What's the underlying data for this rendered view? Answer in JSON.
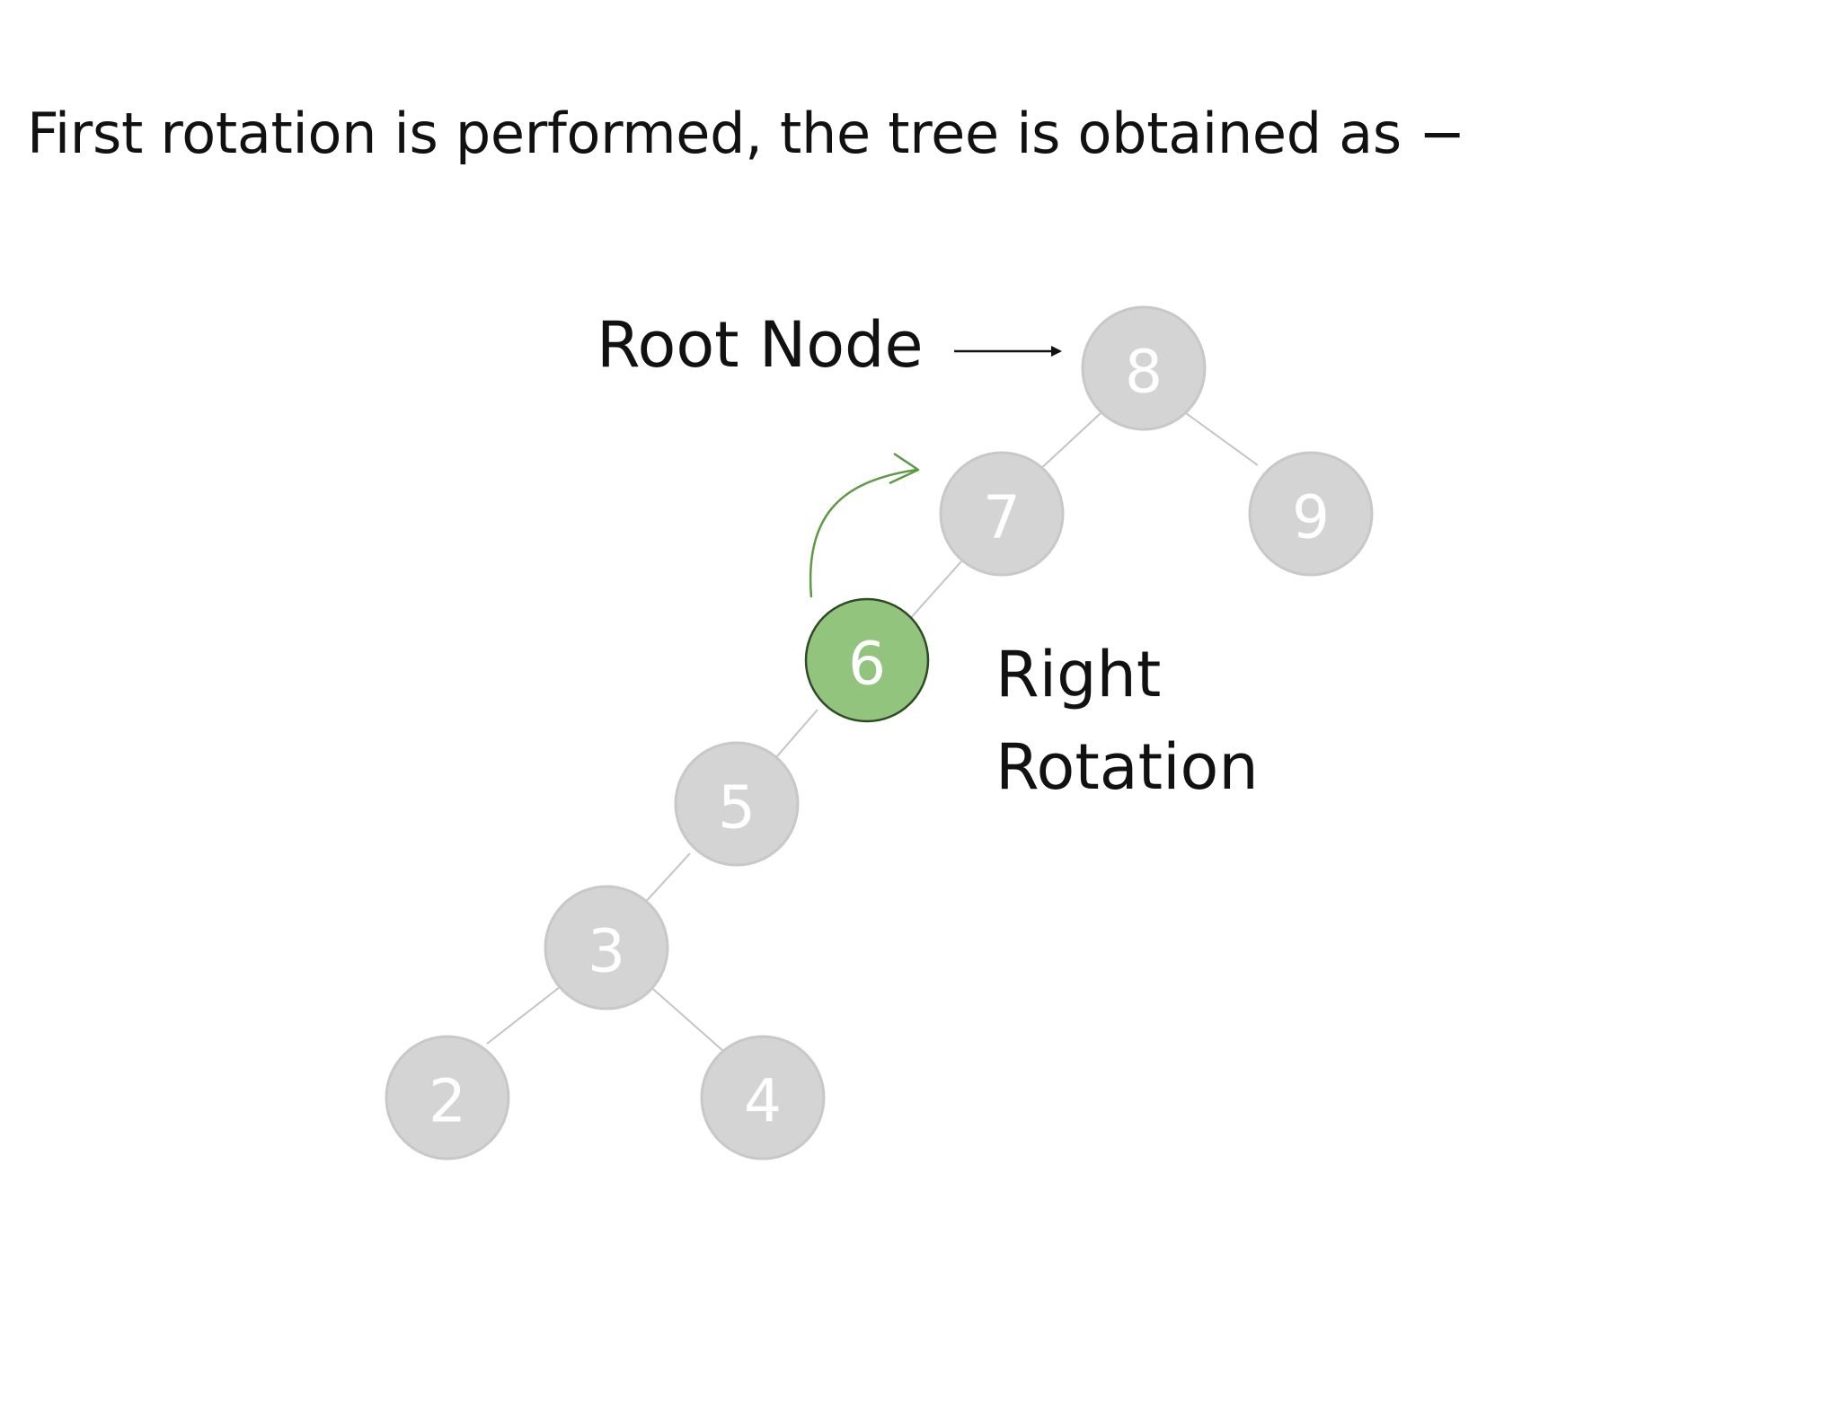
{
  "caption": "First rotation is performed, the tree is obtained as −",
  "diagram": {
    "root_label": "Root Node",
    "rotation_label_line1": "Right",
    "rotation_label_line2": "Rotation",
    "highlight_color": "#93c47d",
    "node_color": "#d4d4d4",
    "arrow_color": "#5e9a45",
    "nodes": [
      {
        "id": "8",
        "label": "8"
      },
      {
        "id": "7",
        "label": "7"
      },
      {
        "id": "9",
        "label": "9"
      },
      {
        "id": "6",
        "label": "6",
        "highlighted": true
      },
      {
        "id": "5",
        "label": "5"
      },
      {
        "id": "3",
        "label": "3"
      },
      {
        "id": "2",
        "label": "2"
      },
      {
        "id": "4",
        "label": "4"
      }
    ],
    "edges": [
      [
        "8",
        "7"
      ],
      [
        "8",
        "9"
      ],
      [
        "7",
        "6"
      ],
      [
        "6",
        "5"
      ],
      [
        "5",
        "3"
      ],
      [
        "3",
        "2"
      ],
      [
        "3",
        "4"
      ]
    ]
  }
}
